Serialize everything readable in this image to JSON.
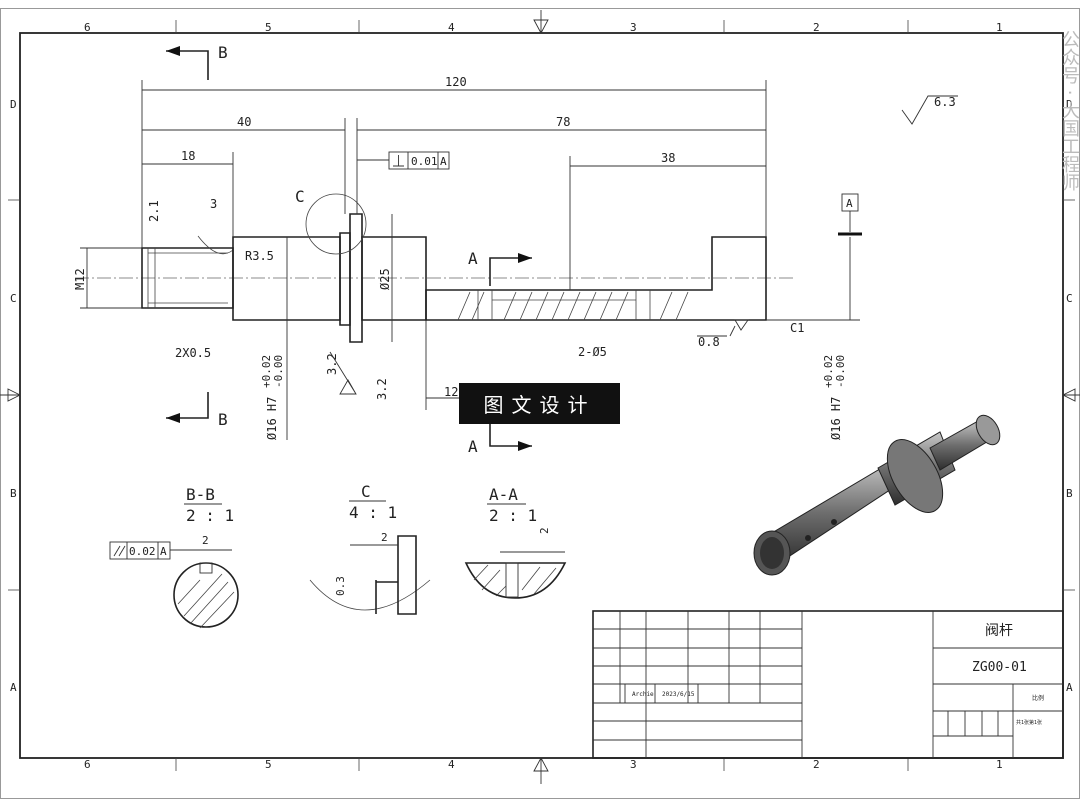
{
  "border": {
    "columns": [
      "6",
      "5",
      "4",
      "3",
      "2",
      "1"
    ],
    "rows": [
      "D",
      "C",
      "B",
      "A"
    ]
  },
  "dimensions": {
    "total_length": "120",
    "left_length": "40",
    "right_length": "78",
    "slot_length": "38",
    "shoulder": "18",
    "thread_depth": "2.1",
    "groove": "3",
    "radius": "R3.5",
    "thread": "M12",
    "diameter": "Ø25",
    "chamfer_left": "2X0.5",
    "holes": "2-Ø5",
    "offset": "12",
    "roughness_right": "0.8",
    "chamfer_right": "C1",
    "roughness_general": "6.3",
    "roughness_a": "3.2",
    "roughness_b": "3.2",
    "shaft_left": "Ø16 H7",
    "shaft_right": "Ø16 H7",
    "tol_plus": "+0.02",
    "tol_minus": "-0.00"
  },
  "tolerances": {
    "perpendicularity_value": "0.01",
    "perpendicularity_datum": "A",
    "parallelism_value": "0.02",
    "parallelism_datum": "A",
    "datum_label": "A"
  },
  "section_markers": {
    "b_top": "B",
    "b_bottom": "B",
    "a_top": "A",
    "a_bottom": "A",
    "detail": "C"
  },
  "views": [
    {
      "name": "B-B",
      "scale": "2 : 1",
      "dim": "2"
    },
    {
      "name": "C",
      "scale": "4 : 1",
      "dim_h": "2",
      "dim_v": "0.3"
    },
    {
      "name": "A-A",
      "scale": "2 : 1",
      "dim": "2"
    }
  ],
  "title_block": {
    "part_name": "阀杆",
    "drawing_number": "ZG00-01",
    "designer": "Archie",
    "date": "2023/6/15",
    "scale_cell": "比例",
    "sheet_cell": "共1张第1张"
  },
  "banner": "图文设计",
  "watermark": "公众号 · 大国工程师"
}
